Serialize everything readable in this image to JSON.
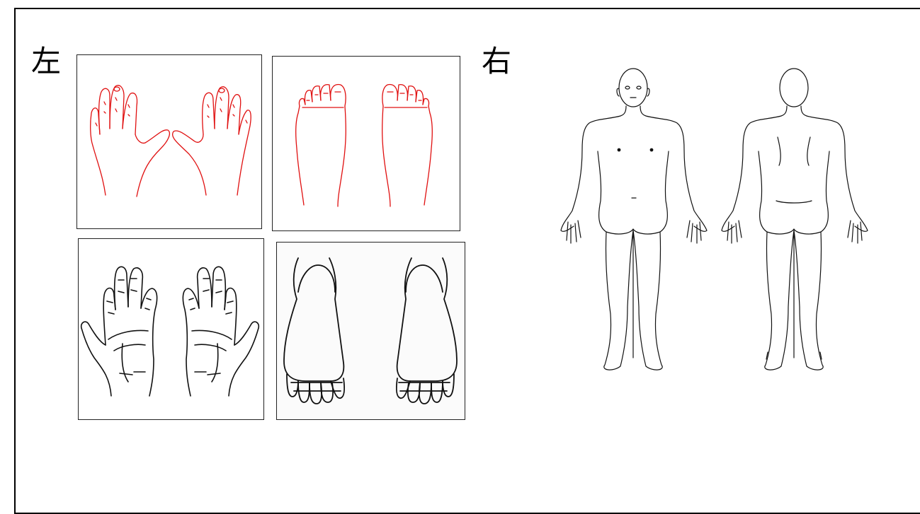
{
  "labels": {
    "left": "左",
    "right": "右"
  },
  "diagrams": [
    {
      "name": "dorsal-hands",
      "line_color": "#e01010"
    },
    {
      "name": "dorsal-feet",
      "line_color": "#e01010"
    },
    {
      "name": "palmar-hands",
      "line_color": "#111111"
    },
    {
      "name": "plantar-feet",
      "line_color": "#111111"
    },
    {
      "name": "body-front-back",
      "line_color": "#111111"
    }
  ]
}
